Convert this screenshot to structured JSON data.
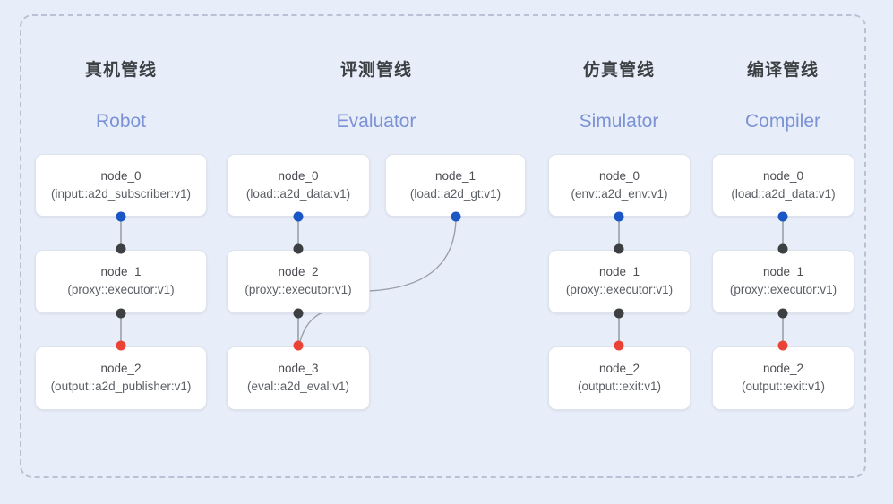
{
  "diagram": {
    "background_color": "#e8edfa",
    "frame_style": "dashed",
    "frame_color": "#b9c2d4",
    "port_colors": {
      "input": "#1a56c4",
      "link": "#3c4043",
      "output": "#ea4335"
    },
    "card_color": "#ffffff",
    "cn_title_color": "#3c4043",
    "en_title_color": "#7b92d4"
  },
  "columns": [
    {
      "id": "robot",
      "title_cn": "真机管线",
      "title_en": "Robot",
      "nodes": [
        {
          "id": "robot-node-0",
          "title": "node_0",
          "sub": "(input::a2d_subscriber:v1)"
        },
        {
          "id": "robot-node-1",
          "title": "node_1",
          "sub": "(proxy::executor:v1)"
        },
        {
          "id": "robot-node-2",
          "title": "node_2",
          "sub": "(output::a2d_publisher:v1)"
        }
      ]
    },
    {
      "id": "evaluator",
      "title_cn": "评测管线",
      "title_en": "Evaluator",
      "nodes": [
        {
          "id": "eval-node-0",
          "title": "node_0",
          "sub": "(load::a2d_data:v1)"
        },
        {
          "id": "eval-node-1",
          "title": "node_1",
          "sub": "(load::a2d_gt:v1)"
        },
        {
          "id": "eval-node-2",
          "title": "node_2",
          "sub": "(proxy::executor:v1)"
        },
        {
          "id": "eval-node-3",
          "title": "node_3",
          "sub": "(eval::a2d_eval:v1)"
        }
      ]
    },
    {
      "id": "simulator",
      "title_cn": "仿真管线",
      "title_en": "Simulator",
      "nodes": [
        {
          "id": "sim-node-0",
          "title": "node_0",
          "sub": "(env::a2d_env:v1)"
        },
        {
          "id": "sim-node-1",
          "title": "node_1",
          "sub": "(proxy::executor:v1)"
        },
        {
          "id": "sim-node-2",
          "title": "node_2",
          "sub": "(output::exit:v1)"
        }
      ]
    },
    {
      "id": "compiler",
      "title_cn": "编译管线",
      "title_en": "Compiler",
      "nodes": [
        {
          "id": "comp-node-0",
          "title": "node_0",
          "sub": "(load::a2d_data:v1)"
        },
        {
          "id": "comp-node-1",
          "title": "node_1",
          "sub": "(proxy::executor:v1)"
        },
        {
          "id": "comp-node-2",
          "title": "node_2",
          "sub": "(output::exit:v1)"
        }
      ]
    }
  ]
}
